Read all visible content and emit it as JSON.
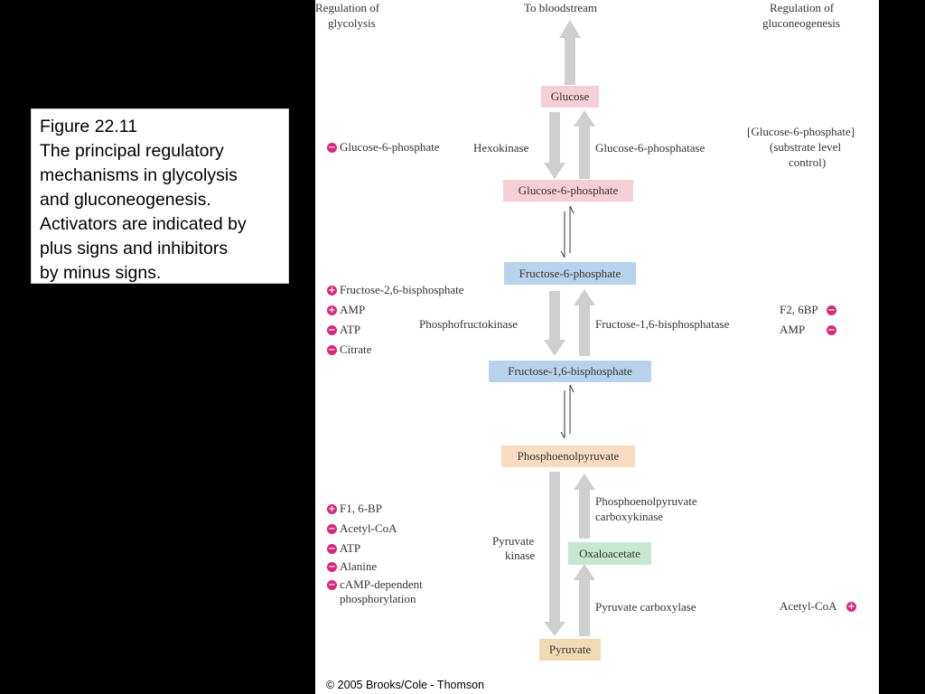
{
  "caption": {
    "lines": [
      "Figure 22.11",
      "The principal regulatory",
      "mechanisms in glycolysis",
      "and gluconeogenesis.",
      "Activators are indicated by",
      "plus signs and inhibitors",
      "by minus signs."
    ]
  },
  "headers": {
    "glycolysis_line1": "Regulation of",
    "glycolysis_line2": "glycolysis",
    "bloodstream": "To bloodstream",
    "gluco_line1": "Regulation of",
    "gluco_line2": "gluconeogenesis"
  },
  "metabolites": {
    "glucose": "Glucose",
    "g6p": "Glucose-6-phosphate",
    "f6p": "Fructose-6-phosphate",
    "f16bp": "Fructose-1,6-bisphosphate",
    "pep": "Phosphoenolpyruvate",
    "oaa": "Oxaloacetate",
    "pyruvate": "Pyruvate"
  },
  "enzymes": {
    "hexokinase": "Hexokinase",
    "g6pase": "Glucose-6-phosphatase",
    "pfk": "Phosphofructokinase",
    "fbpase": "Fructose-1,6-bisphosphatase",
    "pepck_line1": "Phosphoenolpyruvate",
    "pepck_line2": "carboxykinase",
    "pk_line1": "Pyruvate",
    "pk_line2": "kinase",
    "pc": "Pyruvate carboxylase"
  },
  "regulators": {
    "hexokinase": [
      {
        "sign": "−",
        "label": "Glucose-6-phosphate"
      }
    ],
    "g6pase_lines": [
      "[Glucose-6-phosphate]",
      "(substrate level",
      "control)"
    ],
    "pfk": [
      {
        "sign": "+",
        "label": "Fructose-2,6-bisphosphate"
      },
      {
        "sign": "+",
        "label": "AMP"
      },
      {
        "sign": "−",
        "label": "ATP"
      },
      {
        "sign": "−",
        "label": "Citrate"
      }
    ],
    "fbpase": [
      {
        "sign": "−",
        "label": "F2, 6BP"
      },
      {
        "sign": "−",
        "label": "AMP"
      }
    ],
    "pk": [
      {
        "sign": "+",
        "label": "F1, 6-BP"
      },
      {
        "sign": "−",
        "label": "Acetyl-CoA"
      },
      {
        "sign": "−",
        "label": "ATP"
      },
      {
        "sign": "−",
        "label": "Alanine"
      },
      {
        "sign": "−",
        "label": "cAMP-dependent"
      }
    ],
    "pk_extra_line": "phosphorylation",
    "pc": [
      {
        "sign": "+",
        "label": "Acetyl-CoA"
      }
    ]
  },
  "colors": {
    "glucose_box": "#f6cfd6",
    "f6p_box": "#b9d2ec",
    "pep_box": "#f8dcc0",
    "oaa_box": "#c5e6cf",
    "pyruvate_box": "#f1d9b3",
    "activator": "#d9287a",
    "arrow": "#cfcfcf"
  },
  "footer": {
    "copyright": "© 2005 Brooks/Cole - Thomson"
  }
}
